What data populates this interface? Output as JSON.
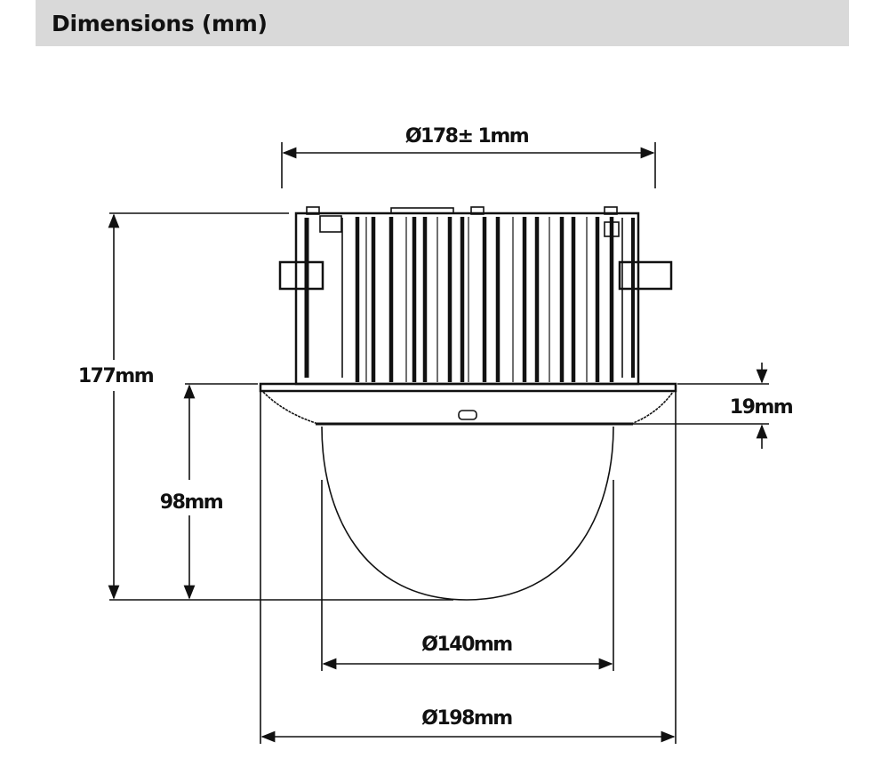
{
  "header": {
    "title": "Dimensions (mm)"
  },
  "dimensions": {
    "housing_diameter": "Ø178± 1mm",
    "total_height": "177mm",
    "trim_height": "19mm",
    "dome_height": "98mm",
    "dome_diameter": "Ø140mm",
    "trim_diameter": "Ø198mm"
  }
}
